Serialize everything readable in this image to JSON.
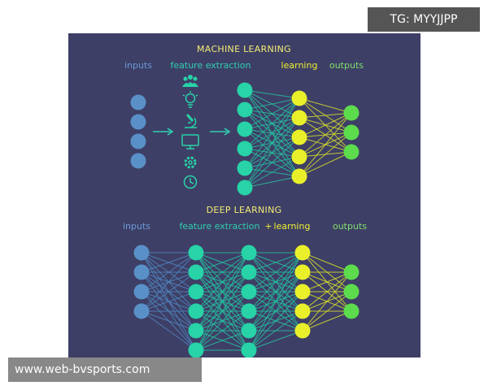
{
  "watermark_top": "TG: MYYJJPP",
  "watermark_bottom": "www.web-bvsports.com",
  "colors": {
    "background": "#3e3f66",
    "input_node": "#5a90c8",
    "feature_node": "#27d3a7",
    "learning_node": "#e9f02a",
    "output_node": "#5cdc4c",
    "title": "#f2ec74",
    "label_blue": "#6a9bd8",
    "label_teal": "#2fd0b0",
    "label_yellow": "#eef030",
    "label_green": "#7ee06a"
  },
  "machine_learning": {
    "title": "MACHINE LEARNING",
    "labels": {
      "inputs": "inputs",
      "feature_extraction": "feature extraction",
      "learning": "learning",
      "outputs": "outputs"
    },
    "feature_icons": [
      "people-icon",
      "lightbulb-icon",
      "microscope-icon",
      "monitor-icon",
      "gear-icon",
      "clock-icon"
    ],
    "layers": [
      {
        "role": "input",
        "nodes": 4
      },
      {
        "role": "feature",
        "nodes": 6
      },
      {
        "role": "learning",
        "nodes": 5
      },
      {
        "role": "output",
        "nodes": 3
      }
    ]
  },
  "deep_learning": {
    "title": "DEEP LEARNING",
    "labels": {
      "inputs": "inputs",
      "feature_extraction": "feature extraction",
      "plus": "+",
      "learning": "learning",
      "outputs": "outputs"
    },
    "layers": [
      {
        "role": "input",
        "nodes": 4
      },
      {
        "role": "feature",
        "nodes": 6
      },
      {
        "role": "feature",
        "nodes": 6
      },
      {
        "role": "learning",
        "nodes": 5
      },
      {
        "role": "output",
        "nodes": 3
      }
    ]
  }
}
